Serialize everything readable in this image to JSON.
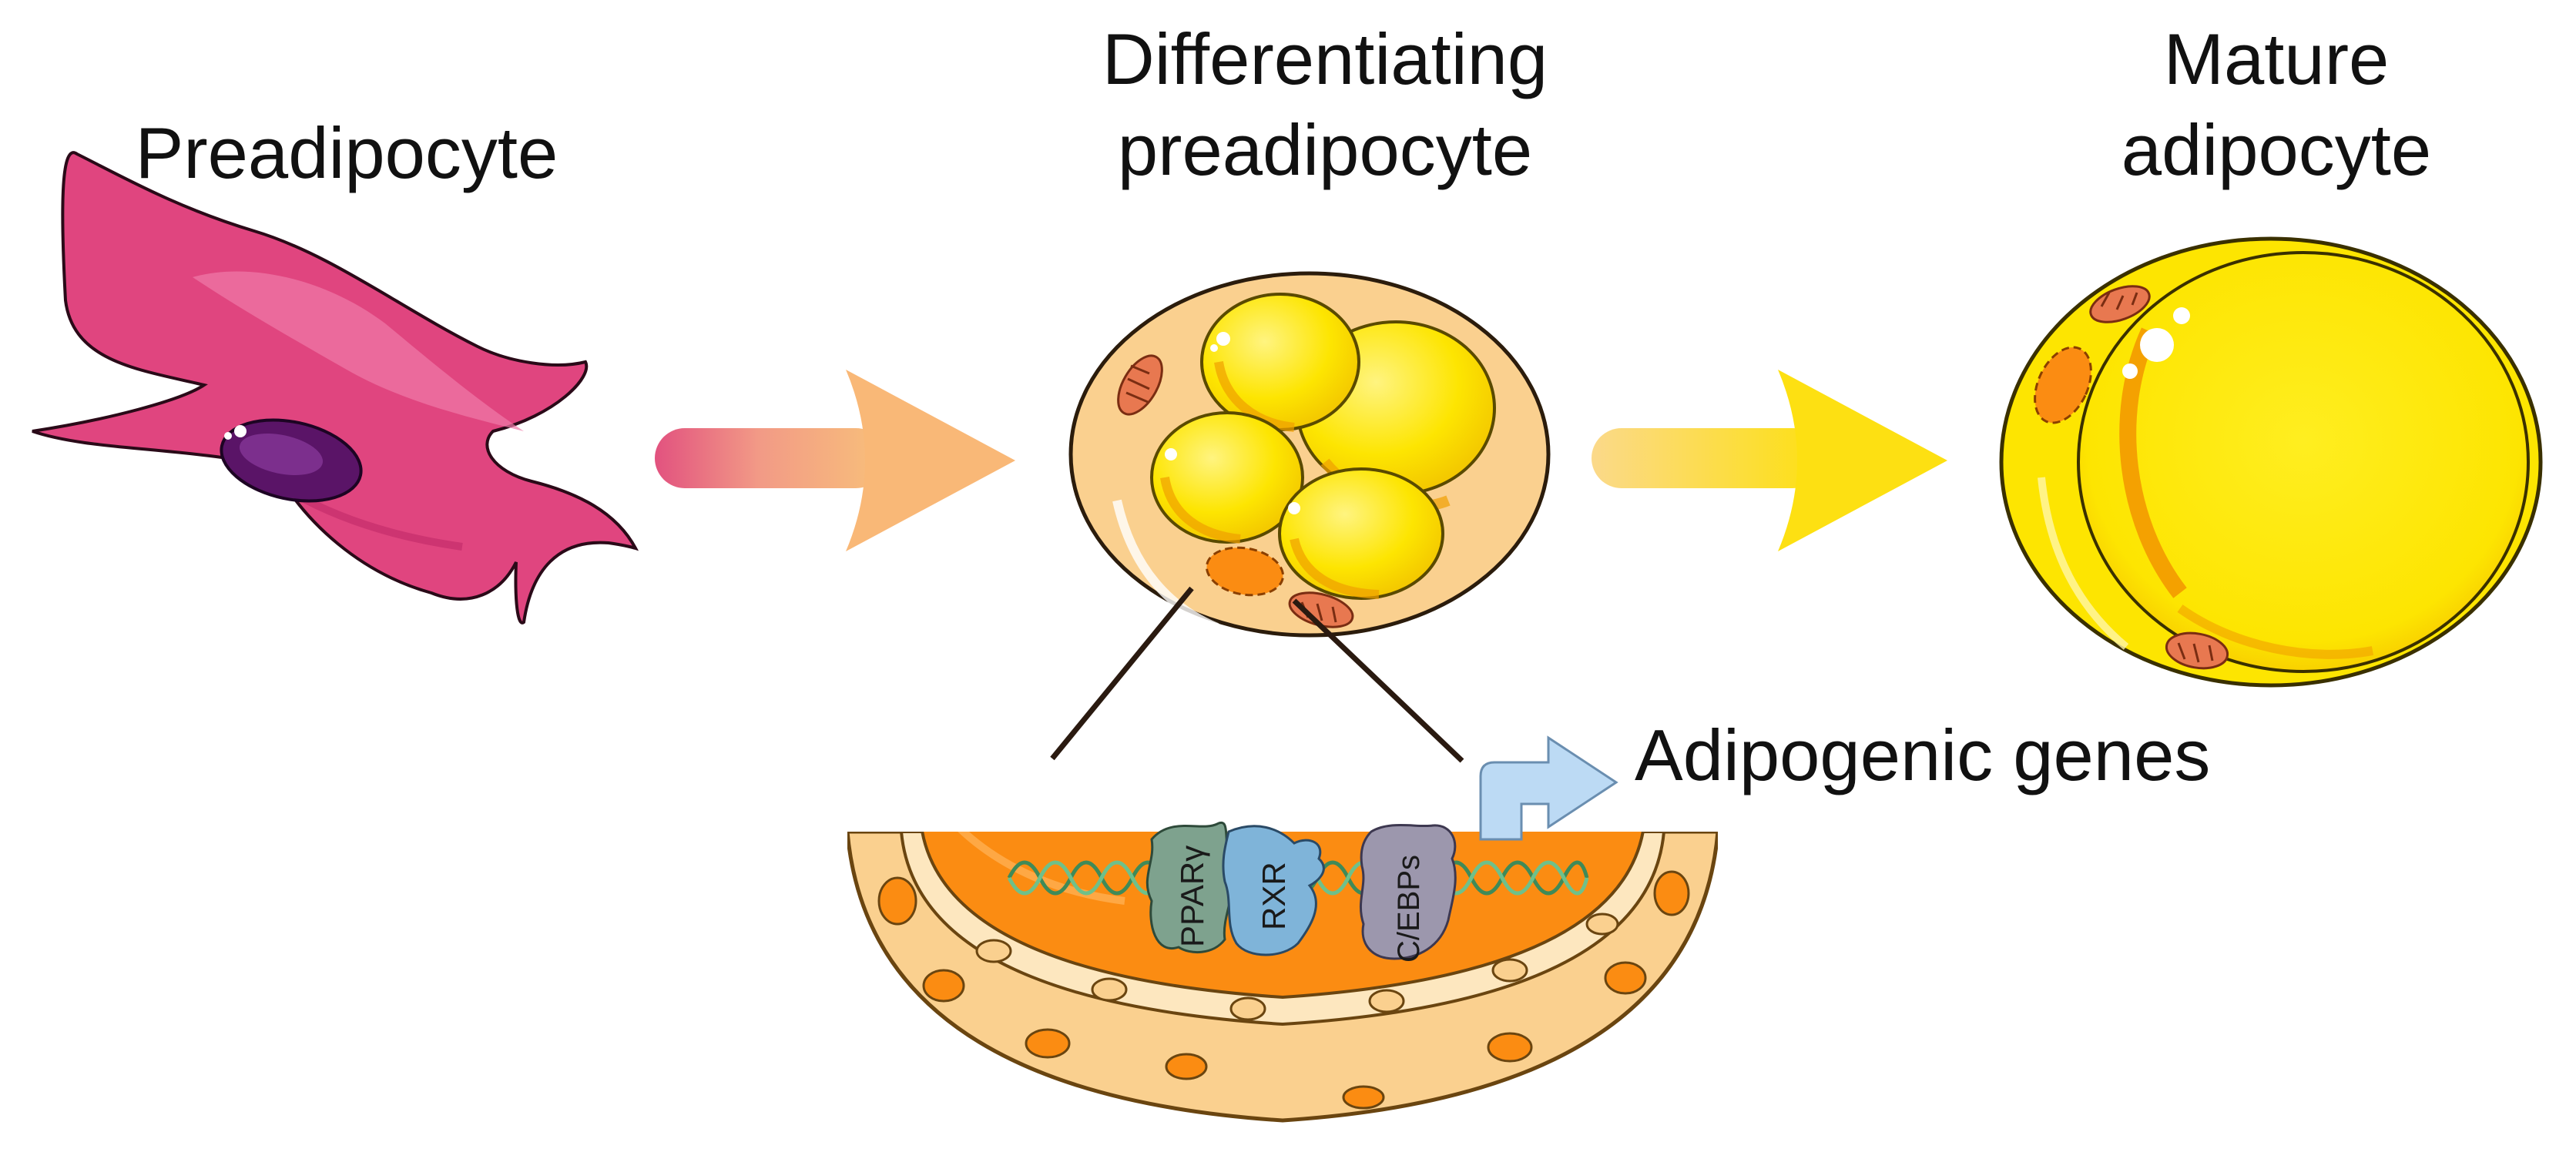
{
  "stages": [
    {
      "id": "preadipocyte",
      "lines": [
        "Preadipocyte"
      ]
    },
    {
      "id": "differentiating",
      "lines": [
        "Differentiating",
        "preadipocyte"
      ]
    },
    {
      "id": "mature",
      "lines": [
        "Mature",
        "adipocyte"
      ]
    }
  ],
  "nucleus_detail": {
    "factors": [
      "PPARγ",
      "RXR",
      "C/EBPs"
    ],
    "output_label": "Adipogenic genes"
  },
  "colors": {
    "preadipocyte": "#e0457f",
    "preadipocyte_nucleus": "#6d1f7a",
    "cell_cytoplasm": "#fad08f",
    "lipid_droplet": "#fde501",
    "nucleus": "#fb8c12",
    "dna_helix": "#3f8a58",
    "ppar": "#7ea28e",
    "rxr": "#7fb4d9",
    "cebp": "#9c97ad",
    "gene_arrow": "#bcdaf4"
  },
  "icons": [
    "preadipocyte-cell-icon",
    "arrow-icon",
    "lipid-droplet-icon",
    "mitochondrion-icon",
    "nucleus-icon",
    "dna-helix-icon",
    "transcription-start-arrow-icon"
  ]
}
